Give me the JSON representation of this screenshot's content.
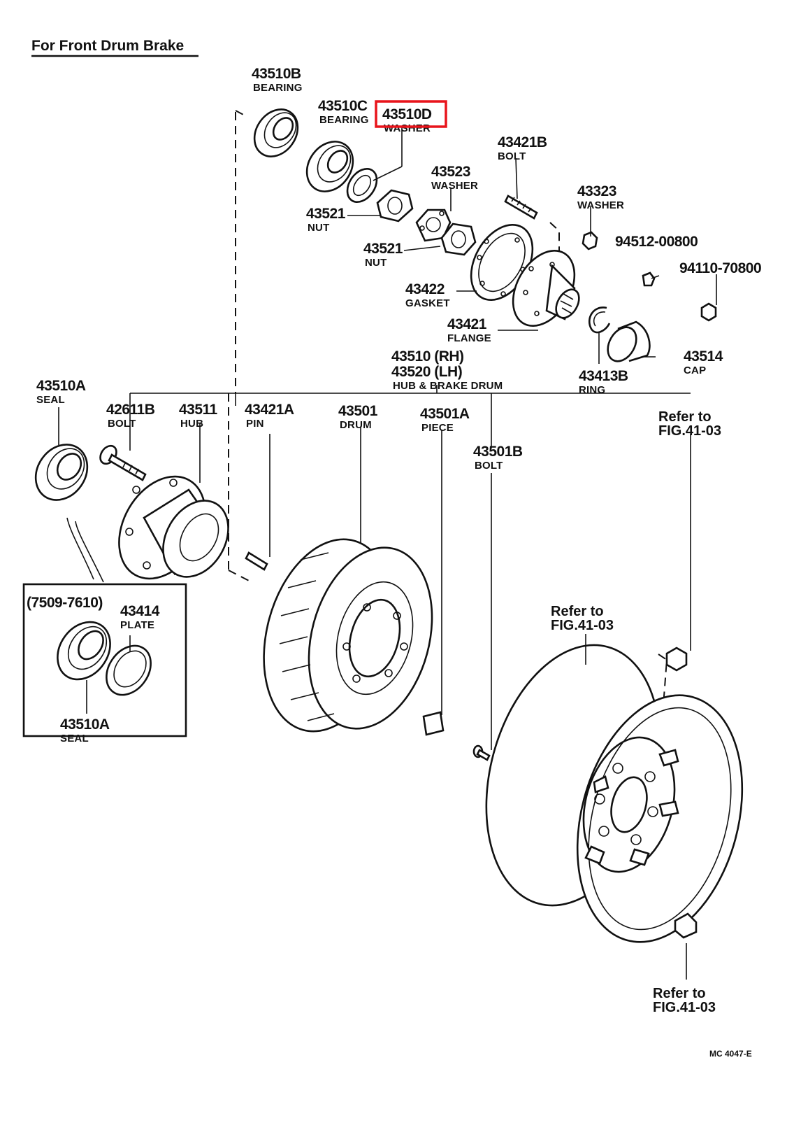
{
  "title": "For Front Drum Brake",
  "parts": [
    {
      "id": "p43510B",
      "number": "43510B",
      "name": "BEARING"
    },
    {
      "id": "p43510C",
      "number": "43510C",
      "name": "BEARING"
    },
    {
      "id": "p43510D",
      "number": "43510D",
      "name": "WASHER",
      "highlighted": true
    },
    {
      "id": "p43421B",
      "number": "43421B",
      "name": "BOLT"
    },
    {
      "id": "p43523",
      "number": "43523",
      "name": "WASHER"
    },
    {
      "id": "p43323",
      "number": "43323",
      "name": "WASHER"
    },
    {
      "id": "p43521a",
      "number": "43521",
      "name": "NUT"
    },
    {
      "id": "p43521b",
      "number": "43521",
      "name": "NUT"
    },
    {
      "id": "p94512",
      "number": "94512-00800",
      "name": ""
    },
    {
      "id": "p94110",
      "number": "94110-70800",
      "name": ""
    },
    {
      "id": "p43422",
      "number": "43422",
      "name": "GASKET"
    },
    {
      "id": "p43421",
      "number": "43421",
      "name": "FLANGE"
    },
    {
      "id": "p43514",
      "number": "43514",
      "name": "CAP"
    },
    {
      "id": "p43413B",
      "number": "43413B",
      "name": "RING"
    },
    {
      "id": "p43510A",
      "number": "43510A",
      "name": "SEAL"
    },
    {
      "id": "p42611B",
      "number": "42611B",
      "name": "BOLT"
    },
    {
      "id": "p43511",
      "number": "43511",
      "name": "HUB"
    },
    {
      "id": "p43421A",
      "number": "43421A",
      "name": "PIN"
    },
    {
      "id": "p43501",
      "number": "43501",
      "name": "DRUM"
    },
    {
      "id": "p43501A",
      "number": "43501A",
      "name": "PIECE"
    },
    {
      "id": "p43501B",
      "number": "43501B",
      "name": "BOLT"
    },
    {
      "id": "p43414",
      "number": "43414",
      "name": "PLATE"
    },
    {
      "id": "p43510A2",
      "number": "43510A",
      "name": "SEAL"
    }
  ],
  "assembly": {
    "number_rh": "43510 (RH)",
    "number_lh": "43520 (LH)",
    "name": "HUB & BRAKE DRUM"
  },
  "inset_range": "(7509-7610)",
  "refs": [
    {
      "line1": "Refer to",
      "line2": "FIG.41-03"
    },
    {
      "line1": "Refer to",
      "line2": "FIG.41-03"
    },
    {
      "line1": "Refer to",
      "line2": "FIG.41-03"
    }
  ],
  "code": "MC 4047-E",
  "highlight_color": "#e8141b"
}
